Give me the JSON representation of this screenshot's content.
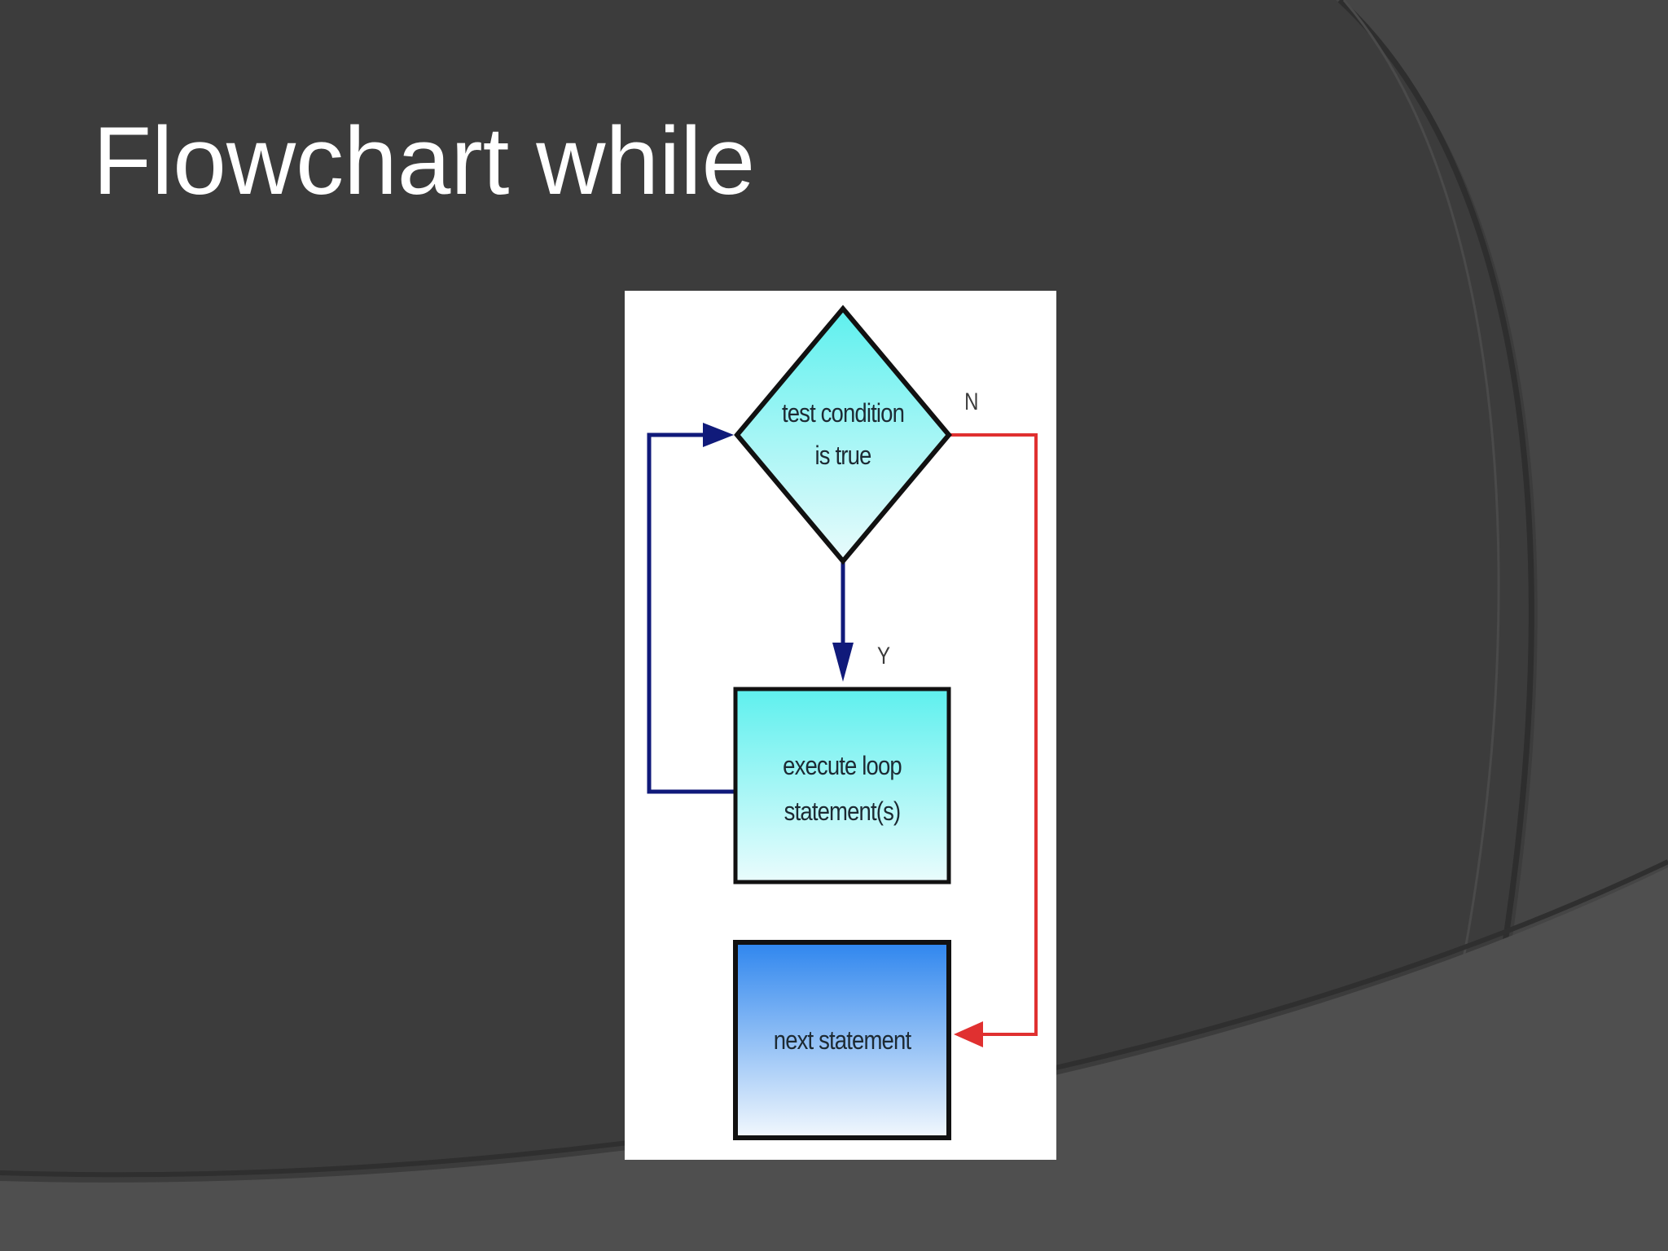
{
  "slide": {
    "title": "Flowchart while"
  },
  "flowchart": {
    "decision": {
      "line1": "test condition",
      "line2": "is true"
    },
    "loop_body": {
      "line1": "execute loop",
      "line2": "statement(s)"
    },
    "exit": {
      "label": "next statement"
    },
    "branches": {
      "yes": "Y",
      "no": "N"
    },
    "colors": {
      "decision_fill_top": "#5ef0ee",
      "decision_fill_bottom": "#e9fbfc",
      "body_fill_top": "#5ef0ee",
      "body_fill_bottom": "#eafcfd",
      "exit_fill_top": "#2f86ee",
      "exit_fill_bottom": "#f2f8fd",
      "yes_arrow": "#101a7a",
      "no_arrow": "#e03030",
      "loop_arrow": "#101a7a"
    }
  }
}
